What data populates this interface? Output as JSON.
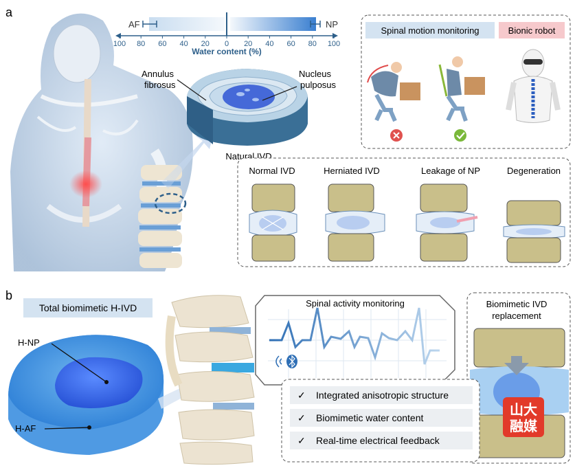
{
  "panel_a": {
    "label": "a",
    "water_bar": {
      "left_label": "AF",
      "right_label": "NP",
      "axis_title": "Water content (%)",
      "ticks_left": [
        "100",
        "80",
        "60",
        "40",
        "20",
        "0"
      ],
      "ticks_right": [
        "20",
        "40",
        "60",
        "80",
        "100"
      ],
      "af_value_percent": 70,
      "np_value_percent": 80
    },
    "disc": {
      "annulus_label_1": "Annulus",
      "annulus_label_2": "fibrosus",
      "nucleus_label_1": "Nucleus",
      "nucleus_label_2": "pulposus",
      "caption": "Natural IVD"
    },
    "applications": {
      "motion_title": "Spinal motion monitoring",
      "robot_title": "Bionic robot",
      "wrong_icon": "x-circle-icon",
      "right_icon": "check-circle-icon"
    },
    "ivd_states": [
      "Normal IVD",
      "Herniated IVD",
      "Leakage of NP",
      "Degeneration"
    ]
  },
  "panel_b": {
    "label": "b",
    "title": "Total biomimetic H-IVD",
    "np_label": "H-NP",
    "af_label": "H-AF",
    "monitor_title": "Spinal activity monitoring",
    "replacement_title_1": "Biomimetic IVD",
    "replacement_title_2": "replacement",
    "features": [
      "Integrated anisotropic structure",
      "Biomimetic water content",
      "Real-time electrical feedback"
    ],
    "check_glyph": "✓",
    "bluetooth_icon": "bluetooth-icon",
    "watermark_1": "山大",
    "watermark_2": "融媒"
  },
  "colors": {
    "blue": "#3a7fd0",
    "dark_blue": "#2d5f8a",
    "bone": "#c9bf8a",
    "red": "#e0524f",
    "green": "#7ab83a",
    "pink_header": "#f6c9cc",
    "blue_header": "#d4e3f1"
  }
}
